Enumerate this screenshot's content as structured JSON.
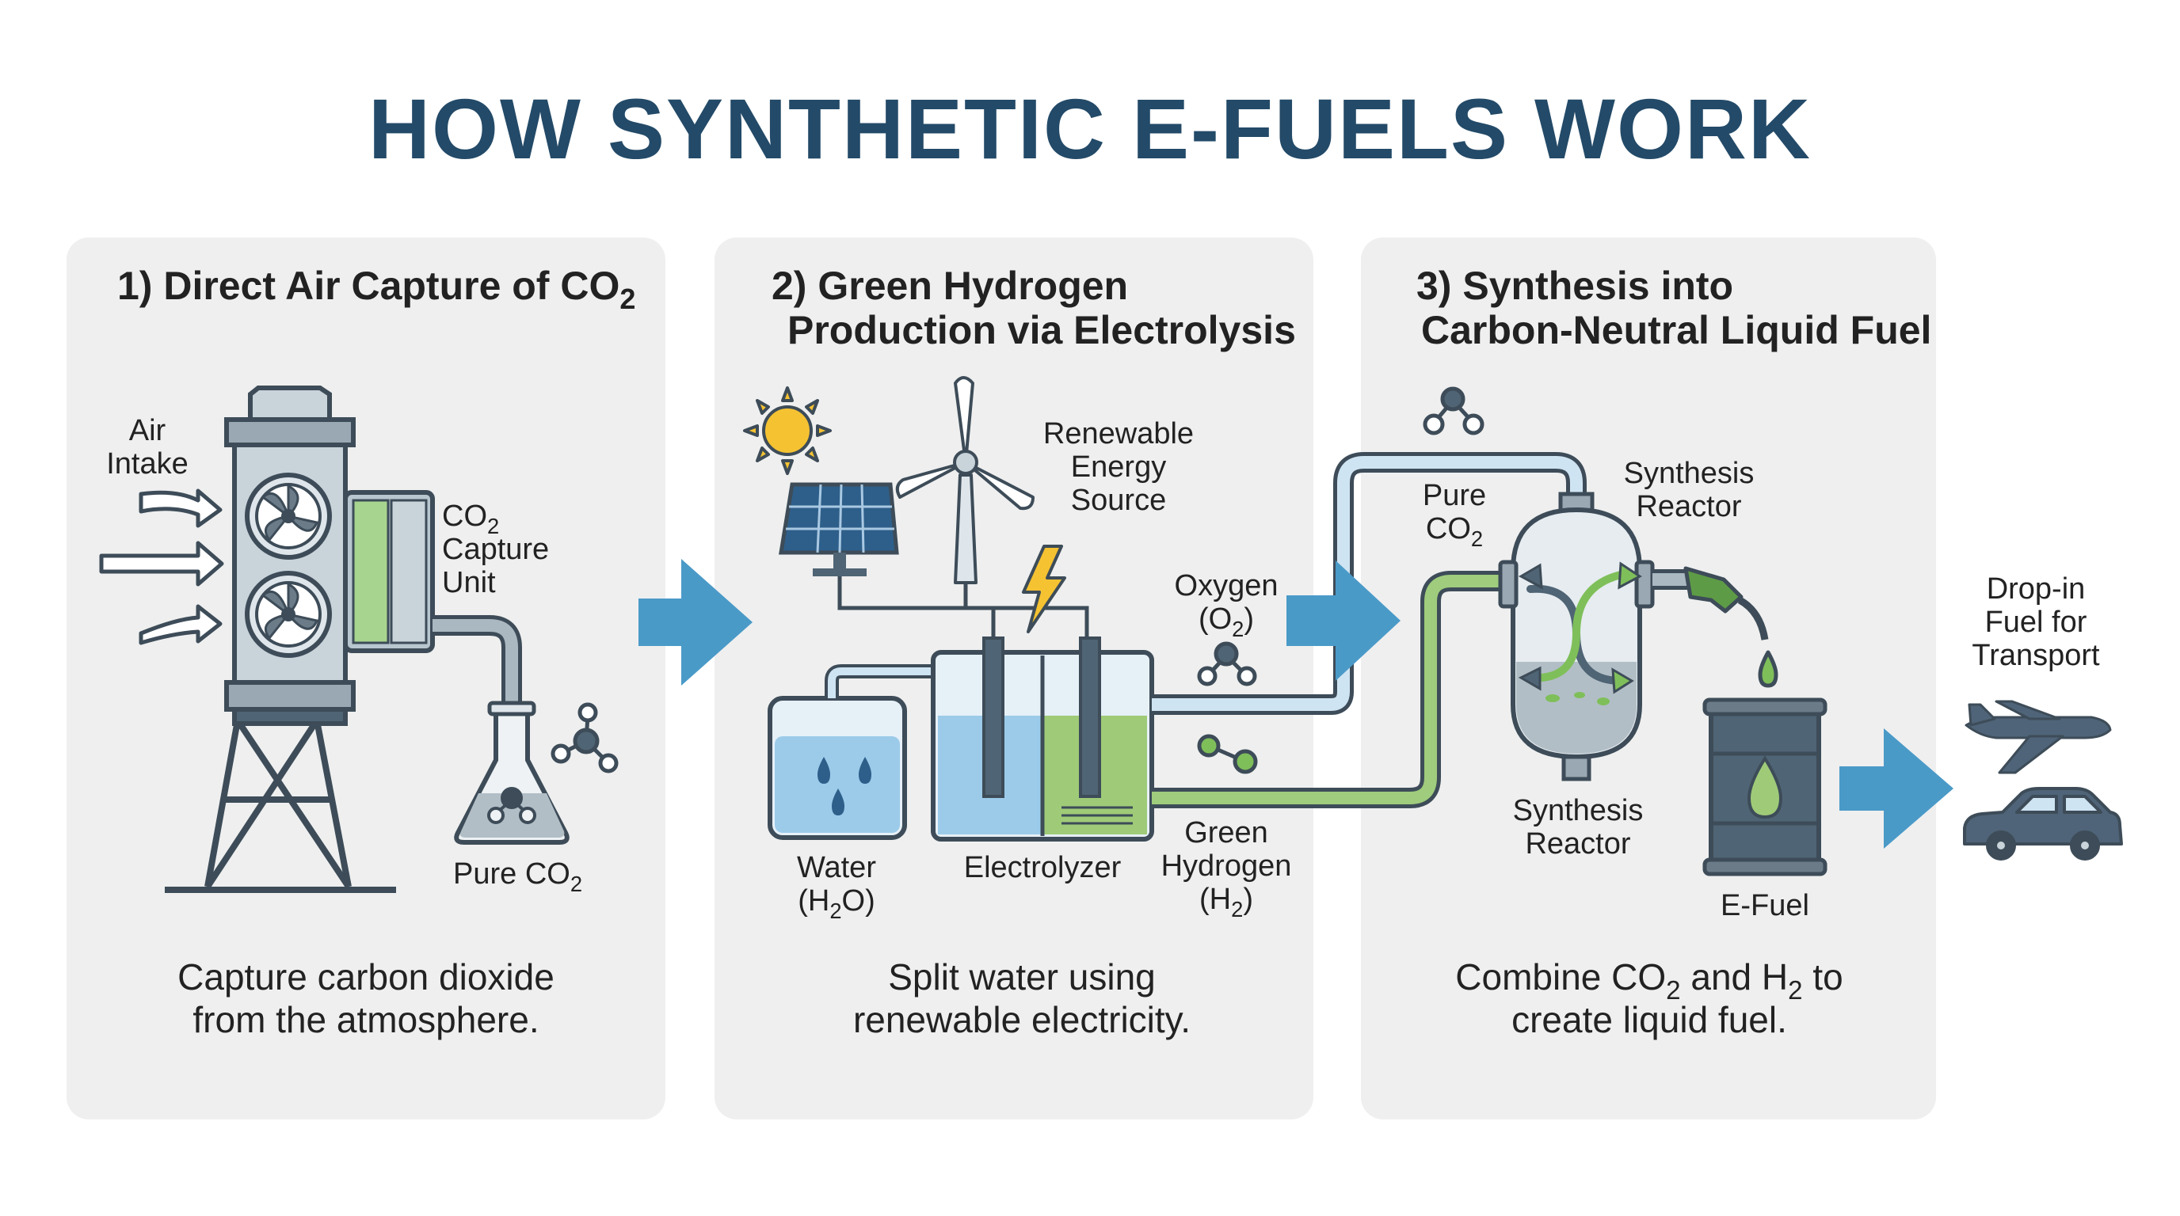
{
  "title": "HOW SYNTHETIC E-FUELS WORK",
  "panel1": {
    "heading": "1) Direct Air Capture of CO",
    "heading_sub": "2",
    "air_intake_1": "Air",
    "air_intake_2": "Intake",
    "capture_unit_1": "CO",
    "capture_unit_1_sub": "2",
    "capture_unit_2": "Capture",
    "capture_unit_3": "Unit",
    "pure_co2": "Pure CO",
    "pure_co2_sub": "2",
    "desc_1": "Capture carbon dioxide",
    "desc_2": "from the atmosphere."
  },
  "panel2": {
    "heading_1": "2) Green Hydrogen",
    "heading_2": "Production via Electrolysis",
    "renewable_1": "Renewable",
    "renewable_2": "Energy",
    "renewable_3": "Source",
    "oxygen_1": "Oxygen",
    "oxygen_2a": "(O",
    "oxygen_2sub": "2",
    "oxygen_2b": ")",
    "water_1": "Water",
    "water_2a": "(H",
    "water_2sub": "2",
    "water_2b": "O)",
    "electrolyzer": "Electrolyzer",
    "green_1": "Green",
    "green_2": "Hydrogen",
    "green_3a": "(H",
    "green_3sub": "2",
    "green_3b": ")",
    "desc_1": "Split water using",
    "desc_2": "renewable electricity."
  },
  "panel3": {
    "heading_1": "3) Synthesis into",
    "heading_2": "Carbon-Neutral Liquid Fuel",
    "pure_co2_1": "Pure",
    "pure_co2_2": "CO",
    "pure_co2_2sub": "2",
    "reactor_top_1": "Synthesis",
    "reactor_top_2": "Reactor",
    "reactor_bottom_1": "Synthesis",
    "reactor_bottom_2": "Reactor",
    "efuel": "E-Fuel",
    "desc_1a": "Combine CO",
    "desc_1sub1": "2",
    "desc_1b": " and H",
    "desc_1sub2": "2",
    "desc_1c": " to",
    "desc_2": "create liquid fuel."
  },
  "output": {
    "label_1": "Drop-in",
    "label_2": "Fuel for",
    "label_3": "Transport"
  },
  "colors": {
    "title": "#234a68",
    "panel": "#efefef",
    "arrow": "#4a9ac8",
    "pipe_gray": "#aab8c2",
    "pipe_blue": "#cfe4f2",
    "pipe_green": "#9fcc7d",
    "steel": "#4f6474",
    "water": "#9ccbea",
    "green_liquid": "#9fcb78",
    "sun": "#f5c232",
    "panel_blue": "#2e5f8a",
    "vehicle": "#4f6478"
  },
  "icons": [
    "fan-icon",
    "molecule-icon",
    "sun-icon",
    "solar-panel-icon",
    "wind-turbine-icon",
    "lightning-icon",
    "water-drop-icon",
    "fuel-nozzle-icon",
    "barrel-icon",
    "airplane-icon",
    "car-icon"
  ]
}
